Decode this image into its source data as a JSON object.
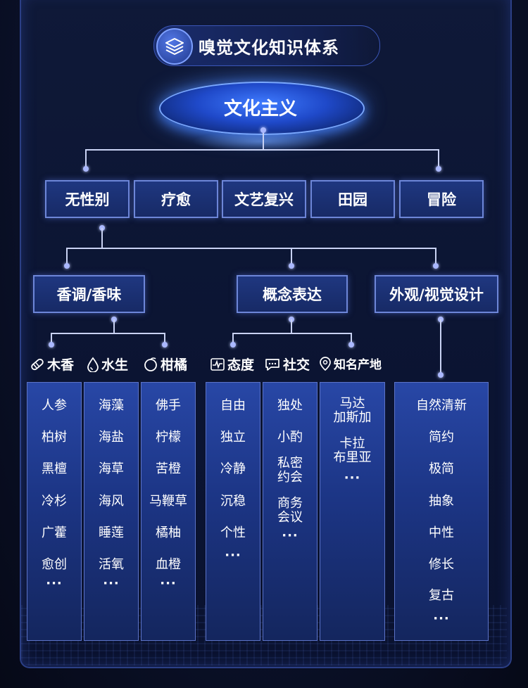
{
  "title": "嗅觉文化知识体系",
  "root": "文化主义",
  "level1": [
    "无性别",
    "疗愈",
    "文艺复兴",
    "田园",
    "冒险"
  ],
  "level2": [
    "香调/香味",
    "概念表达",
    "外观/视觉设计"
  ],
  "categories": {
    "wood": "木香",
    "water": "水生",
    "citrus": "柑橘",
    "attitude": "态度",
    "social": "社交",
    "origin": "知名产地"
  },
  "columns": {
    "wood": [
      "人参",
      "柏树",
      "黑檀",
      "冷杉",
      "广藿",
      "愈创"
    ],
    "water": [
      "海藻",
      "海盐",
      "海草",
      "海风",
      "睡莲",
      "活氧"
    ],
    "citrus": [
      "佛手",
      "柠檬",
      "苦橙",
      "马鞭草",
      "橘柚",
      "血橙"
    ],
    "attitude": [
      "自由",
      "独立",
      "冷静",
      "沉稳",
      "个性"
    ],
    "social": [
      "独处",
      "小酌",
      "私密\n约会",
      "商务\n会议"
    ],
    "origin": [
      "马达\n加斯加",
      "卡拉\n布里亚"
    ],
    "visual": [
      "自然清新",
      "简约",
      "极简",
      "抽象",
      "中性",
      "修长",
      "复古"
    ]
  },
  "ellipsis": "···",
  "colors": {
    "accent": "#6d86d8",
    "box": "#1f3780",
    "root": "#2d63e6",
    "column": "#2847a6",
    "line": "#c9d2f3"
  }
}
